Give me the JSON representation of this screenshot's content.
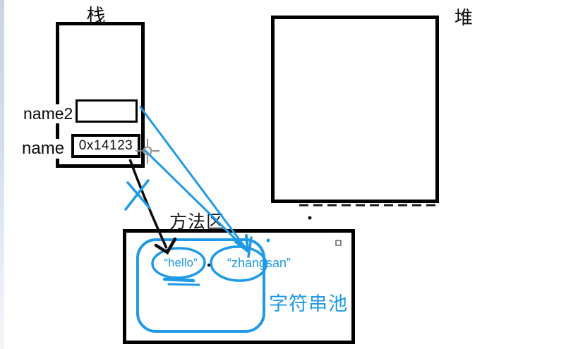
{
  "window": {
    "left_edge_color": "#c9d3e2"
  },
  "diagram": {
    "stack": {
      "title": "栈"
    },
    "heap": {
      "title": "堆"
    },
    "method_area": {
      "title": "方法区",
      "string_pool_title": "字符串池"
    },
    "variables": [
      {
        "label": "name2",
        "value": ""
      },
      {
        "label": "name",
        "value": "0x14123"
      }
    ],
    "strings": [
      {
        "text": "“hello”"
      },
      {
        "text": "“zhangsan”"
      }
    ],
    "colors": {
      "ink_blue": "#1e9ae6",
      "ink_black": "#0a0a0a",
      "cursor_gray": "#8f8f8f"
    }
  }
}
